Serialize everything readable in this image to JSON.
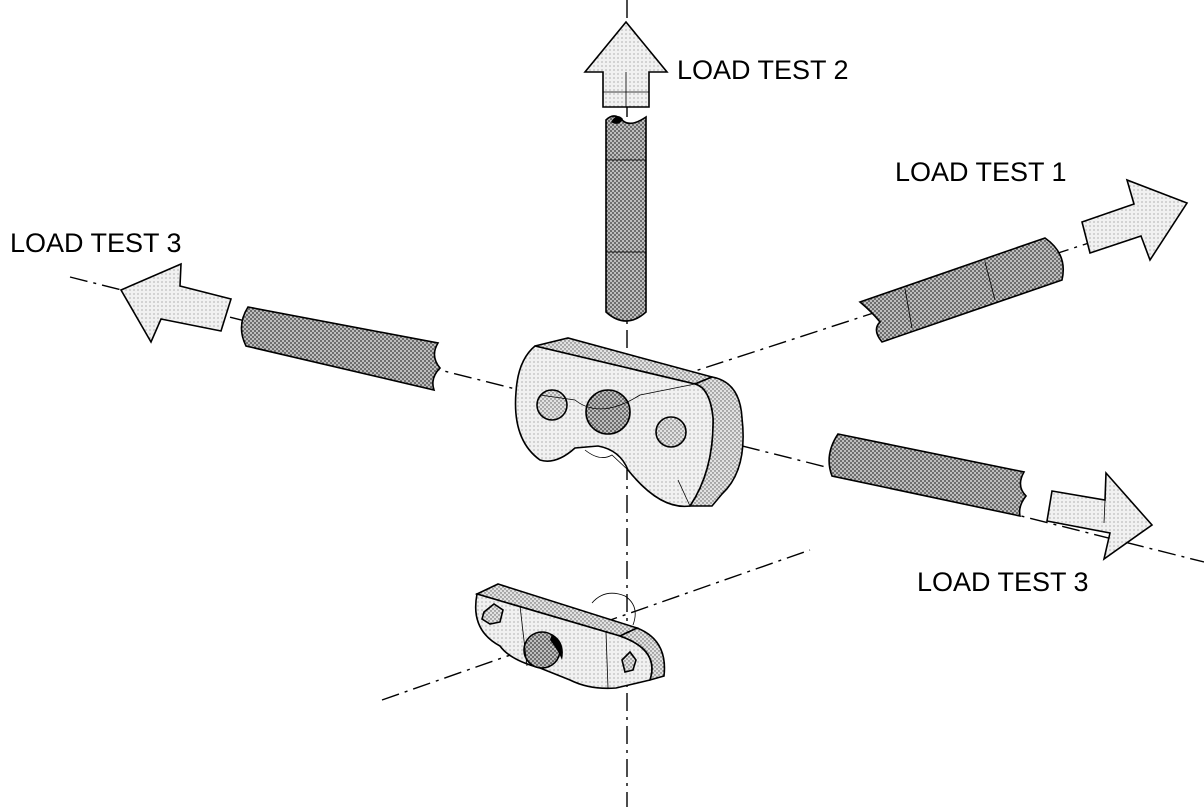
{
  "labels": {
    "test1": "LOAD TEST 1",
    "test2": "LOAD TEST 2",
    "test3_left": "LOAD TEST 3",
    "test3_right": "LOAD TEST 3"
  },
  "colors": {
    "rod_fill": "#9a9a9a",
    "arrow_fill": "#dcdcdc",
    "part_fill": "#cfcfcf",
    "line": "#000000"
  }
}
